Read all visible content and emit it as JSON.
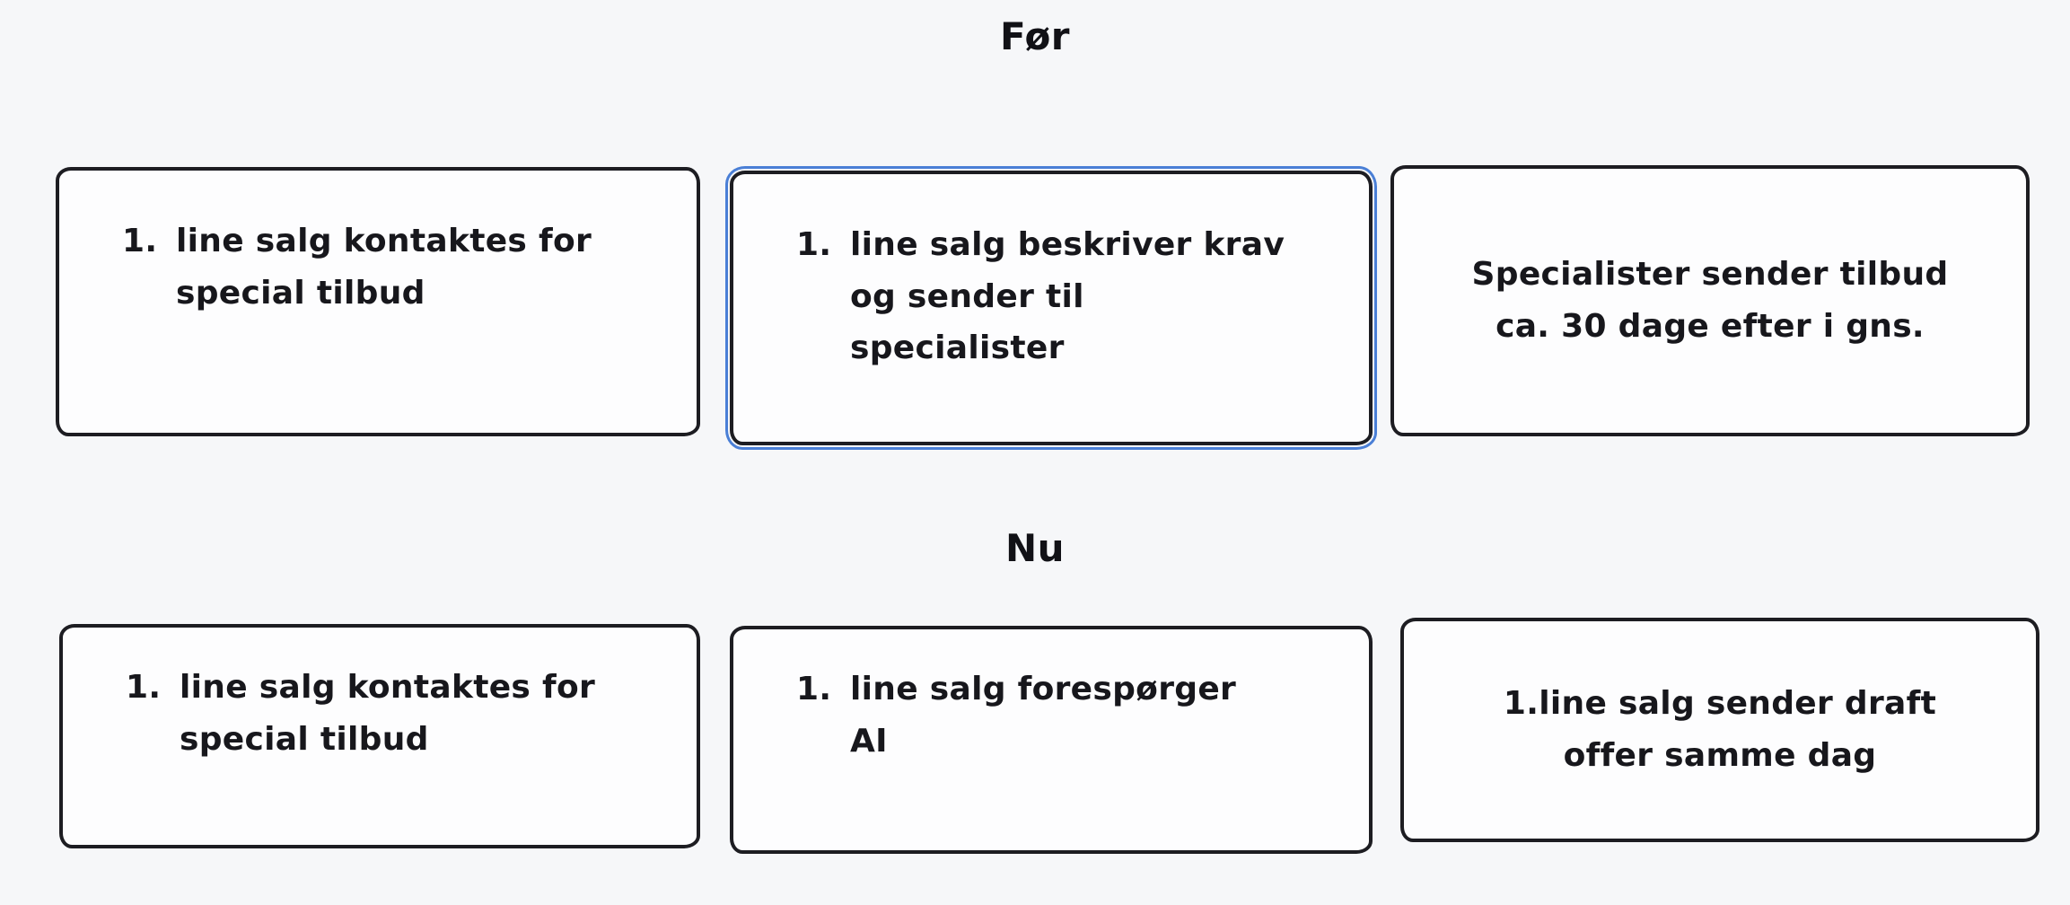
{
  "colors": {
    "canvas_background": "#f6f7f9",
    "box_fill": "#fdfdfe",
    "box_stroke": "#1d1d22",
    "selection_outline": "#4a7fd6",
    "text": "#17171c"
  },
  "before": {
    "title": "Før",
    "boxes": [
      {
        "marker": "1.",
        "body": "line salg kontaktes for\nspecial tilbud",
        "selected": false
      },
      {
        "marker": "1.",
        "body": "line salg beskriver krav\nog sender til\nspecialister",
        "selected": true
      },
      {
        "body": "Specialister sender tilbud\nca. 30 dage efter i gns.",
        "selected": false
      }
    ]
  },
  "now": {
    "title": "Nu",
    "boxes": [
      {
        "marker": "1.",
        "body": "line salg kontaktes for\nspecial tilbud",
        "selected": false
      },
      {
        "marker": "1.",
        "body": "line salg forespørger\nAI",
        "selected": false
      },
      {
        "body": "1.line salg sender draft\noffer samme dag",
        "selected": false
      }
    ]
  }
}
